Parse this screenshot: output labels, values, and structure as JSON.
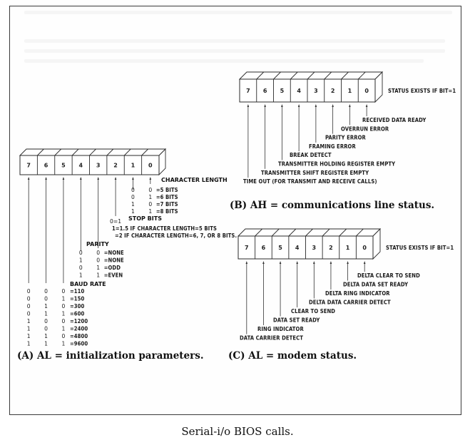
{
  "figure_caption": "Serial-i/o BIOS calls.",
  "panels": [
    {
      "id": "A",
      "caption": "(A) AL = initialization parameters.",
      "bits": [
        "7",
        "6",
        "5",
        "4",
        "3",
        "2",
        "1",
        "0"
      ],
      "groups": {
        "character_length": {
          "title": "CHARACTER LENGTH",
          "rows": [
            {
              "b1": "0",
              "b0": "0",
              "meaning": "=5 BITS"
            },
            {
              "b1": "0",
              "b0": "1",
              "meaning": "=6 BITS"
            },
            {
              "b1": "1",
              "b0": "0",
              "meaning": "=7 BITS"
            },
            {
              "b1": "1",
              "b0": "1",
              "meaning": "=8 BITS"
            }
          ]
        },
        "stop_bits": {
          "title": "STOP BITS",
          "line1": "0=1",
          "line2": "1=1.5 IF CHARACTER LENGTH=5 BITS",
          "line3": "=2 IF CHARACTER LENGTH=6, 7, OR 8 BITS."
        },
        "parity": {
          "title": "PARITY",
          "rows": [
            {
              "b4": "0",
              "b3": "0",
              "meaning": "=NONE"
            },
            {
              "b4": "1",
              "b3": "0",
              "meaning": "=NONE"
            },
            {
              "b4": "0",
              "b3": "1",
              "meaning": "=ODD"
            },
            {
              "b4": "1",
              "b3": "1",
              "meaning": "=EVEN"
            }
          ]
        },
        "baud_rate": {
          "title": "BAUD RATE",
          "rows": [
            {
              "b7": "0",
              "b6": "0",
              "b5": "0",
              "meaning": "=110"
            },
            {
              "b7": "0",
              "b6": "0",
              "b5": "1",
              "meaning": "=150"
            },
            {
              "b7": "0",
              "b6": "1",
              "b5": "0",
              "meaning": "=300"
            },
            {
              "b7": "0",
              "b6": "1",
              "b5": "1",
              "meaning": "=600"
            },
            {
              "b7": "1",
              "b6": "0",
              "b5": "0",
              "meaning": "=1200"
            },
            {
              "b7": "1",
              "b6": "0",
              "b5": "1",
              "meaning": "=2400"
            },
            {
              "b7": "1",
              "b6": "1",
              "b5": "0",
              "meaning": "=4800"
            },
            {
              "b7": "1",
              "b6": "1",
              "b5": "1",
              "meaning": "=9600"
            }
          ]
        }
      }
    },
    {
      "id": "B",
      "caption": "(B) AH = communications line status.",
      "bits": [
        "7",
        "6",
        "5",
        "4",
        "3",
        "2",
        "1",
        "0"
      ],
      "note": "STATUS EXISTS IF BIT=1",
      "bit_labels": [
        {
          "bit": "0",
          "label": "RECEIVED DATA READY"
        },
        {
          "bit": "1",
          "label": "OVERRUN ERROR"
        },
        {
          "bit": "2",
          "label": "PARITY ERROR"
        },
        {
          "bit": "3",
          "label": "FRAMING ERROR"
        },
        {
          "bit": "4",
          "label": "BREAK DETECT"
        },
        {
          "bit": "5",
          "label": "TRANSMITTER HOLDING REGISTER EMPTY"
        },
        {
          "bit": "6",
          "label": "TRANSMITTER SHIFT REGISTER EMPTY"
        },
        {
          "bit": "7",
          "label": "TIME OUT (FOR TRANSMIT AND RECEIVE CALLS)"
        }
      ]
    },
    {
      "id": "C",
      "caption": "(C) AL = modem status.",
      "bits": [
        "7",
        "6",
        "5",
        "4",
        "3",
        "2",
        "1",
        "0"
      ],
      "note": "STATUS EXISTS IF BIT=1",
      "bit_labels": [
        {
          "bit": "0",
          "label": "DELTA CLEAR TO SEND"
        },
        {
          "bit": "1",
          "label": "DELTA DATA SET READY"
        },
        {
          "bit": "2",
          "label": "DELTA RING INDICATOR"
        },
        {
          "bit": "3",
          "label": "DELTA DATA CARRIER DETECT"
        },
        {
          "bit": "4",
          "label": "CLEAR TO SEND"
        },
        {
          "bit": "5",
          "label": "DATA SET READY"
        },
        {
          "bit": "6",
          "label": "RING INDICATOR"
        },
        {
          "bit": "7",
          "label": "DATA CARRIER DETECT"
        }
      ]
    }
  ]
}
